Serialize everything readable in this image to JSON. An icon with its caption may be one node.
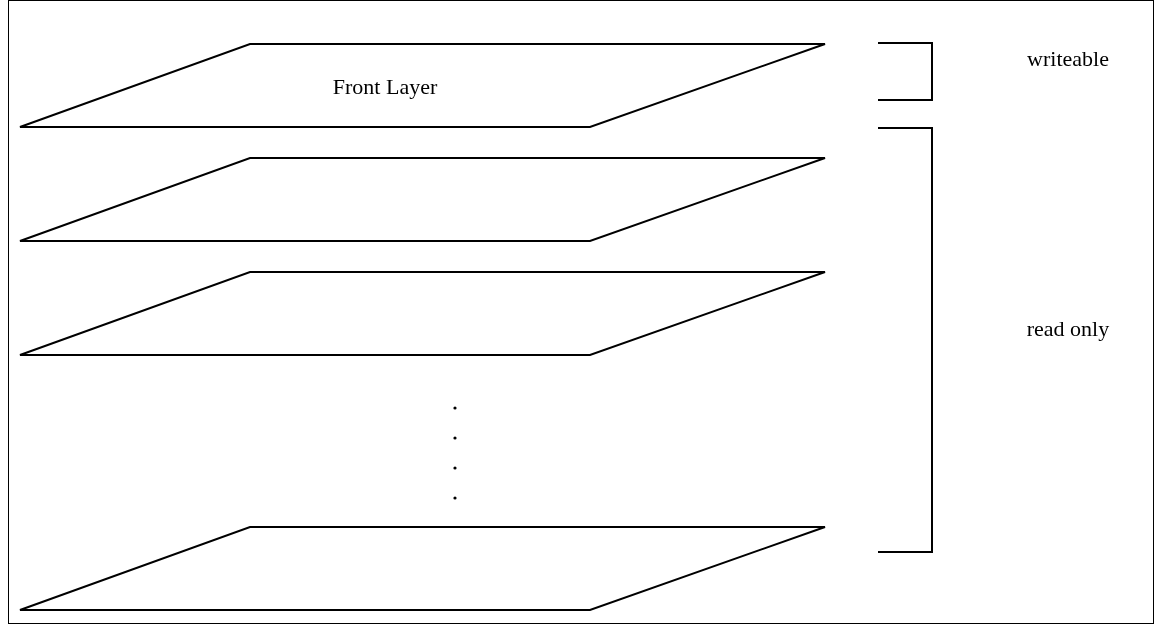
{
  "diagram": {
    "nodes": [
      {
        "text": [
          "Front Layer"
        ]
      },
      {
        "text": [],
        "shape": "parallelogram"
      },
      {
        "text": [],
        "shape": "parallelogram"
      },
      {
        "text": [],
        "shape": "parallelogram"
      }
    ],
    "labels": [
      "writeable",
      "read only"
    ]
  }
}
